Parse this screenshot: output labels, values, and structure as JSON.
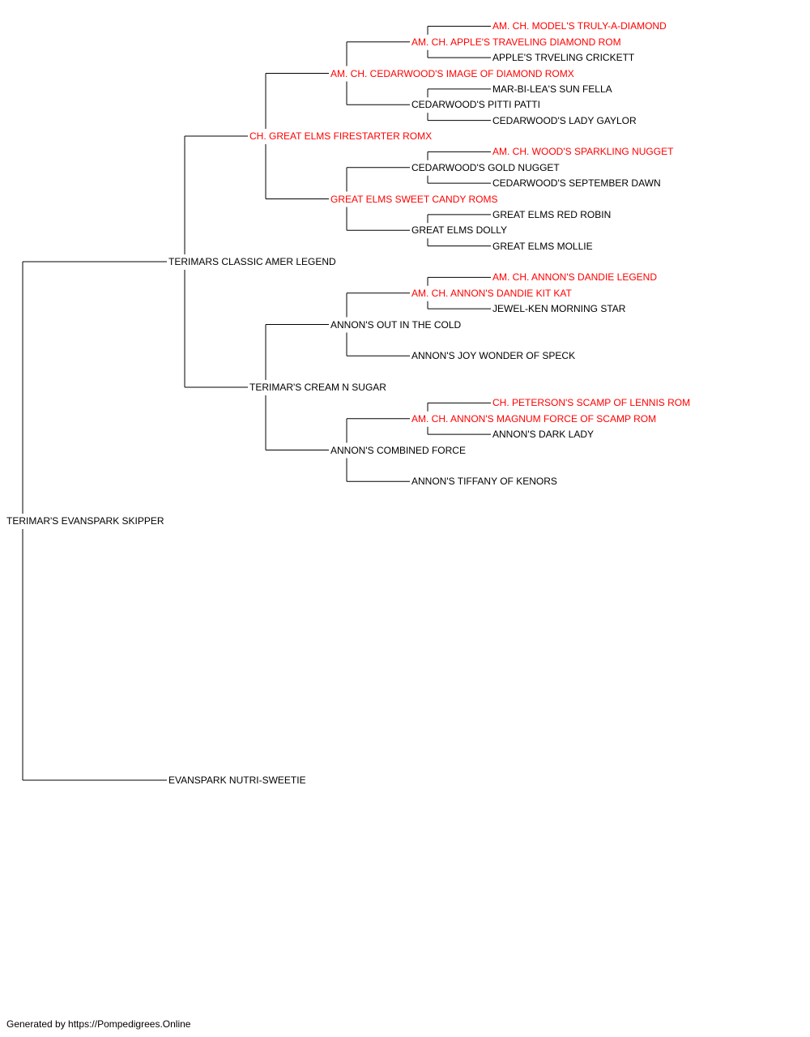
{
  "pedigree": {
    "name": "TERIMAR'S EVANSPARK SKIPPER",
    "titled": false,
    "sire": {
      "name": "TERIMARS CLASSIC AMER LEGEND",
      "titled": false,
      "sire": {
        "name": "CH. GREAT ELMS FIRESTARTER ROMX",
        "titled": true,
        "sire": {
          "name": "AM. CH. CEDARWOOD'S IMAGE OF DIAMOND ROMX",
          "titled": true,
          "sire": {
            "name": "AM. CH. APPLE'S TRAVELING DIAMOND ROM",
            "titled": true,
            "sire": {
              "name": "AM. CH. MODEL'S TRULY-A-DIAMOND",
              "titled": true
            },
            "dam": {
              "name": "APPLE'S TRVELING CRICKETT",
              "titled": false
            }
          },
          "dam": {
            "name": "CEDARWOOD'S PITTI PATTI",
            "titled": false,
            "sire": {
              "name": "MAR-BI-LEA'S SUN FELLA",
              "titled": false
            },
            "dam": {
              "name": "CEDARWOOD'S LADY GAYLOR",
              "titled": false
            }
          }
        },
        "dam": {
          "name": "GREAT ELMS SWEET CANDY ROMS",
          "titled": true,
          "sire": {
            "name": "CEDARWOOD'S GOLD NUGGET",
            "titled": false,
            "sire": {
              "name": "AM. CH. WOOD'S SPARKLING NUGGET",
              "titled": true
            },
            "dam": {
              "name": "CEDARWOOD'S SEPTEMBER DAWN",
              "titled": false
            }
          },
          "dam": {
            "name": "GREAT ELMS DOLLY",
            "titled": false,
            "sire": {
              "name": "GREAT ELMS RED ROBIN",
              "titled": false
            },
            "dam": {
              "name": "GREAT ELMS MOLLIE",
              "titled": false
            }
          }
        }
      },
      "dam": {
        "name": "TERIMAR'S CREAM N SUGAR",
        "titled": false,
        "sire": {
          "name": "ANNON'S OUT IN THE COLD",
          "titled": false,
          "sire": {
            "name": "AM. CH. ANNON'S DANDIE KIT KAT",
            "titled": true,
            "sire": {
              "name": "AM. CH. ANNON'S DANDIE LEGEND",
              "titled": true
            },
            "dam": {
              "name": "JEWEL-KEN MORNING STAR",
              "titled": false
            }
          },
          "dam": {
            "name": "ANNON'S JOY WONDER OF SPECK",
            "titled": false
          }
        },
        "dam": {
          "name": "ANNON'S COMBINED FORCE",
          "titled": false,
          "sire": {
            "name": "AM. CH. ANNON'S MAGNUM FORCE OF SCAMP ROM",
            "titled": true,
            "sire": {
              "name": "CH. PETERSON'S SCAMP OF LENNIS ROM",
              "titled": true
            },
            "dam": {
              "name": "ANNON'S DARK LADY",
              "titled": false
            }
          },
          "dam": {
            "name": "ANNON'S TIFFANY OF KENORS",
            "titled": false
          }
        }
      }
    },
    "dam": {
      "name": "EVANSPARK NUTRI-SWEETIE",
      "titled": false
    }
  },
  "colors": {
    "titled": "#ff0000",
    "default": "#000000",
    "line": "#000000"
  },
  "footer": "Generated by https://Pompedigrees.Online"
}
